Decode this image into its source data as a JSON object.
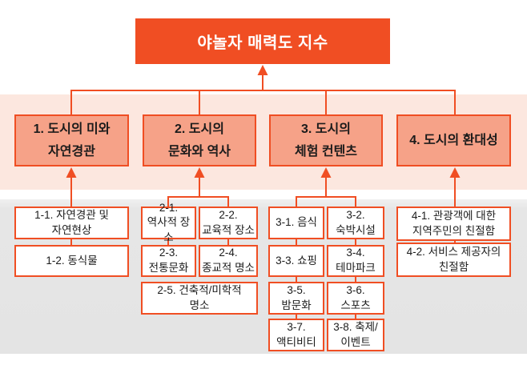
{
  "diagram": {
    "title": "야놀자 매력도 지수",
    "colors": {
      "accent_orange": "#F04E23",
      "category_fill": "#F6A288",
      "pink_band": "#FCE7DF",
      "gray_band": "#E5E5E5"
    },
    "categories": [
      {
        "label": [
          "1. 도시의 미와",
          "자연경관"
        ]
      },
      {
        "label": [
          "2. 도시의",
          "문화와 역사"
        ]
      },
      {
        "label": [
          "3. 도시의",
          "체험 컨텐츠"
        ]
      },
      {
        "label": [
          "4. 도시의 환대성"
        ]
      }
    ],
    "subitems": {
      "c1": [
        [
          "1-1. 자연경관 및",
          "자연현상"
        ],
        [
          "1-2. 동식물"
        ]
      ],
      "c2": [
        [
          "2-1.",
          "역사적 장소"
        ],
        [
          "2-2.",
          "교육적 장소"
        ],
        [
          "2-3.",
          "전통문화"
        ],
        [
          "2-4.",
          "종교적 명소"
        ],
        [
          "2-5. 건축적/미학적",
          "명소"
        ]
      ],
      "c3": [
        [
          "3-1. 음식"
        ],
        [
          "3-2.",
          "숙박시설"
        ],
        [
          "3-3. 쇼핑"
        ],
        [
          "3-4.",
          "테마파크"
        ],
        [
          "3-5.",
          "밤문화"
        ],
        [
          "3-6.",
          "스포츠"
        ],
        [
          "3-7.",
          "액티비티"
        ],
        [
          "3-8. 축제/",
          "이벤트"
        ]
      ],
      "c4": [
        [
          "4-1. 관광객에 대한",
          "지역주민의 친절함"
        ],
        [
          "4-2. 서비스 제공자의",
          "친절함"
        ]
      ]
    }
  }
}
